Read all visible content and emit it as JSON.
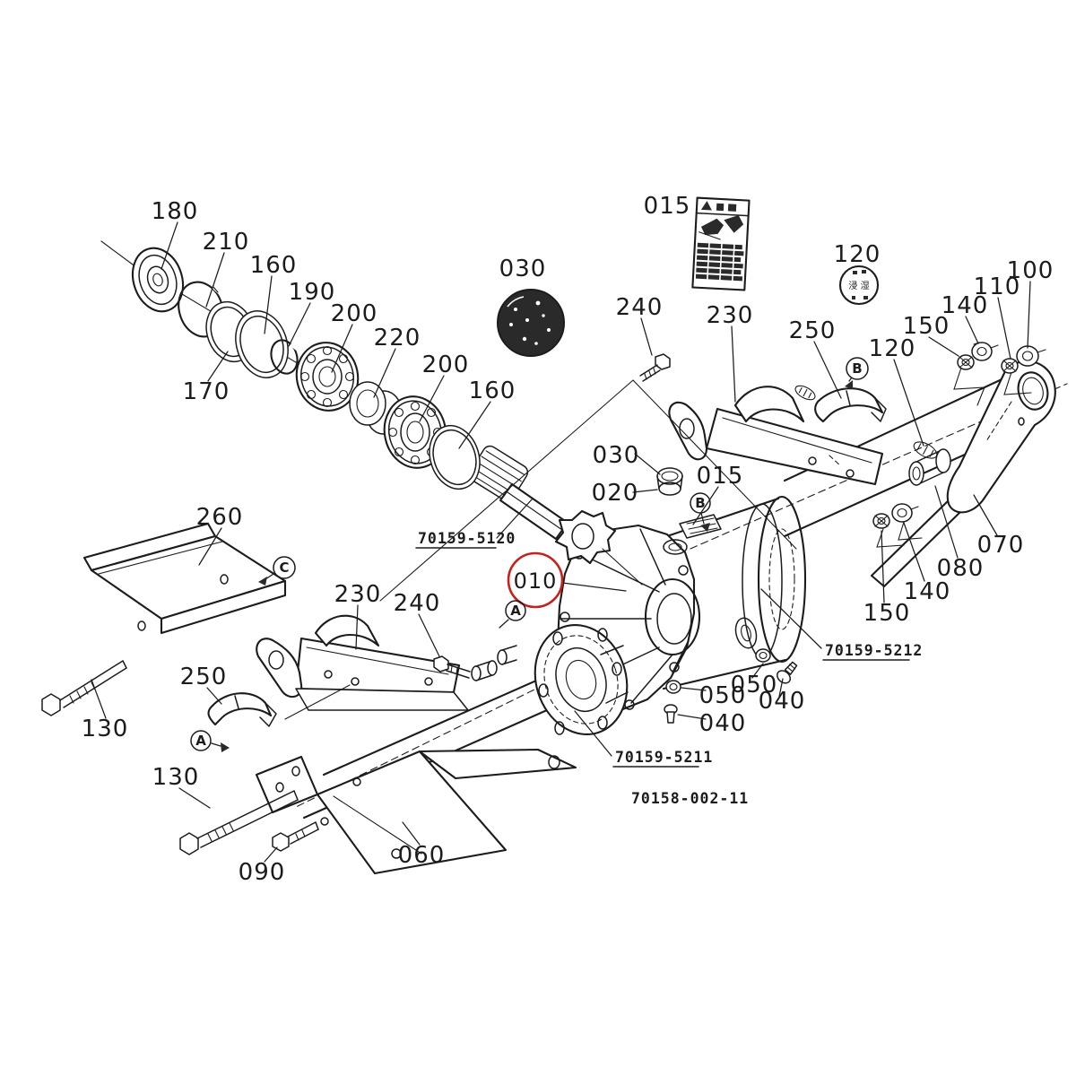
{
  "colors": {
    "background": "#ffffff",
    "line": "#1c1c1c",
    "highlight_circle": "#c8201d"
  },
  "callouts": [
    "180",
    "210",
    "160",
    "190",
    "200",
    "220",
    "200",
    "160",
    "170",
    "030",
    "015",
    "240",
    "230",
    "250",
    "120",
    "100",
    "110",
    "140",
    "150",
    "120",
    "070",
    "080",
    "140",
    "150",
    "030",
    "020",
    "015",
    "010",
    "260",
    "130",
    "250",
    "230",
    "240",
    "130",
    "090",
    "060",
    "050",
    "040",
    "050",
    "040"
  ],
  "codes": {
    "pinion_shaft": "70159-5120",
    "gear_case": "70159-5212",
    "axle_case": "70159-5211",
    "drawing_number": "70158-002-11"
  },
  "bubbles": {
    "a": "A",
    "b": "B",
    "c": "C"
  },
  "decal": {
    "text": "浸 湿"
  }
}
